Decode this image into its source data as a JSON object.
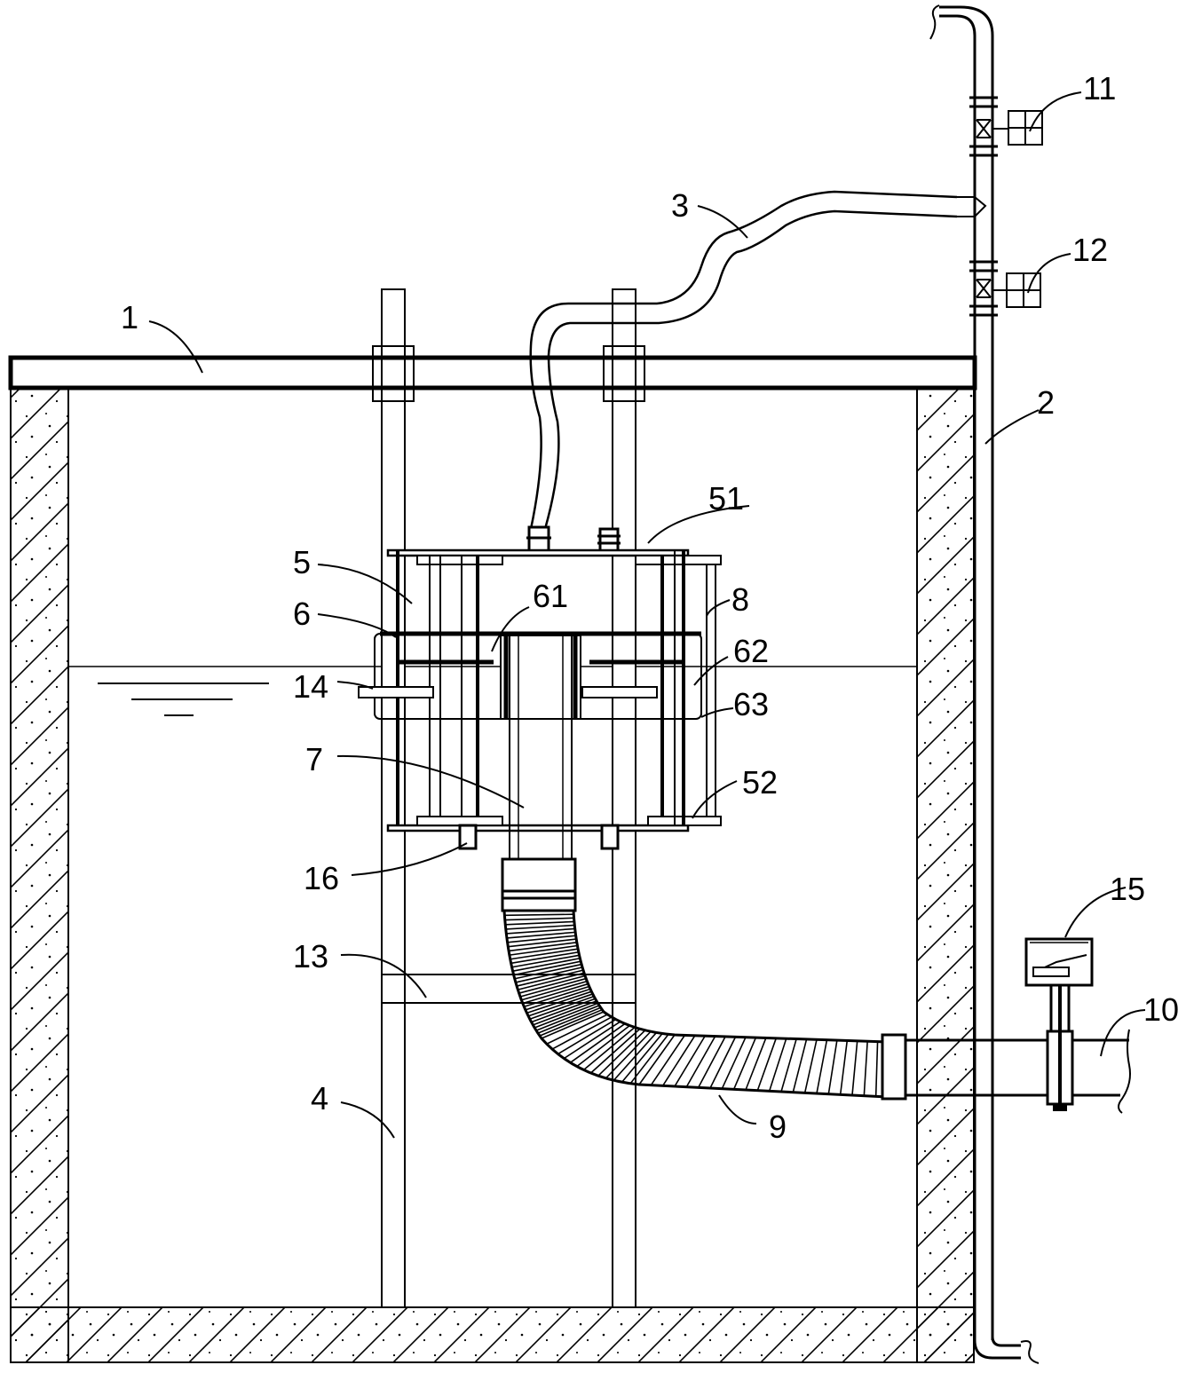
{
  "labels": {
    "l1": "1",
    "l2": "2",
    "l3": "3",
    "l4": "4",
    "l5": "5",
    "l6": "6",
    "l7": "7",
    "l8": "8",
    "l9": "9",
    "l10": "10",
    "l11": "11",
    "l12": "12",
    "l13": "13",
    "l14": "14",
    "l15": "15",
    "l16": "16",
    "l51": "51",
    "l52": "52",
    "l61": "61",
    "l62": "62",
    "l63": "63"
  },
  "colors": {
    "line": "#000000",
    "background": "#ffffff"
  }
}
